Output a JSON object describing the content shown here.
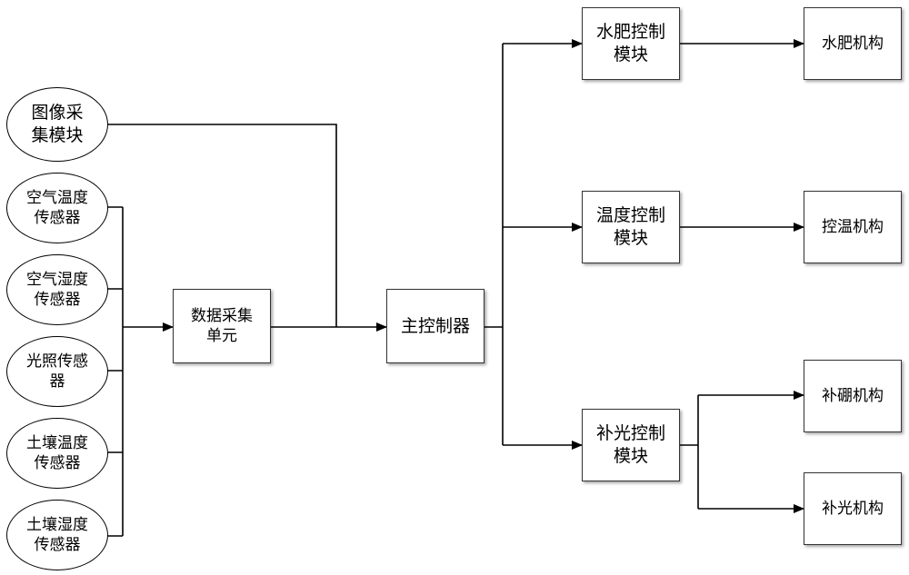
{
  "inputs": {
    "image_capture": "图像采\n集模块",
    "air_temp_sensor": "空气温度\n传感器",
    "air_humidity_sensor": "空气湿度\n传感器",
    "light_sensor": "光照传感\n器",
    "soil_temp_sensor": "土壤温度\n传感器",
    "soil_humidity_sensor": "土壤湿度\n传感器"
  },
  "data_acquisition": "数据采集\n单元",
  "main_controller": "主控制器",
  "control_modules": {
    "water_fertilizer": "水肥控制\n模块",
    "temperature": "温度控制\n模块",
    "supplement_light": "补光控制\n模块"
  },
  "actuators": {
    "water_fertilizer": "水肥机构",
    "temperature": "控温机构",
    "boron": "补硼机构",
    "light": "补光机构"
  }
}
